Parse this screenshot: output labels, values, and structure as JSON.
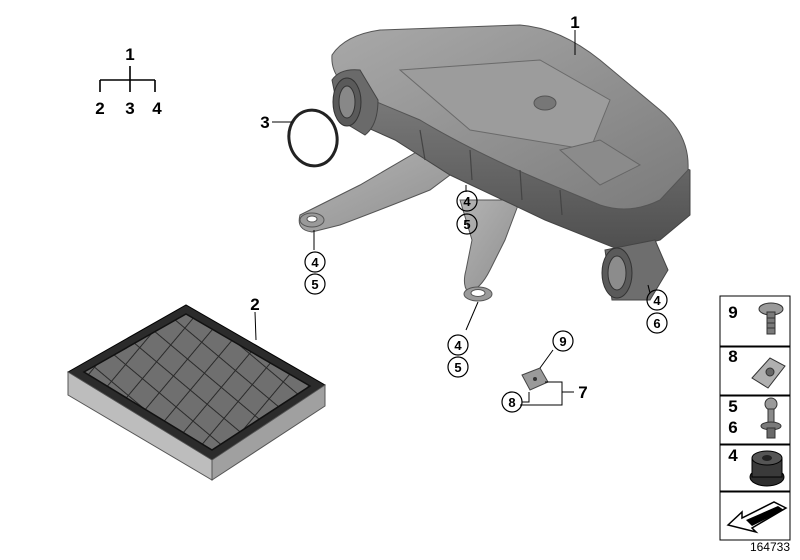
{
  "tree": {
    "root": "1",
    "children": [
      "2",
      "3",
      "4"
    ]
  },
  "callouts": {
    "housing": "1",
    "seal_ring": "3",
    "filter": "2",
    "bracket_group": "7"
  },
  "circled": {
    "left_arm_top": "4",
    "left_arm_bottom": "5",
    "center_top": "4",
    "center_bottom": "5",
    "snout_top": "4",
    "snout_bottom": "6",
    "lower_arm_top": "4",
    "lower_arm_bottom": "5",
    "clip_top": "9",
    "clip_bottom": "8"
  },
  "legend": [
    {
      "label": "9",
      "icon": "screw-icon"
    },
    {
      "label": "8",
      "icon": "clip-nut-icon"
    },
    {
      "labels": [
        "5",
        "6"
      ],
      "icon": "ball-stud-icon"
    },
    {
      "label": "4",
      "icon": "rubber-mount-icon"
    },
    {
      "label": "",
      "icon": "front-arrow-icon"
    }
  ],
  "reference_number": "164733",
  "colors": {
    "part_grey": "#8a8a8a",
    "part_dark": "#5e5e5e",
    "ink": "#000000"
  }
}
